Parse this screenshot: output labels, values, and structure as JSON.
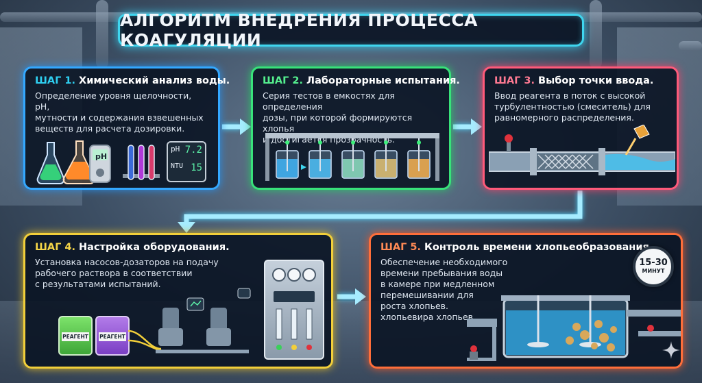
{
  "title": "АЛГОРИТМ ВНЕДРЕНИЯ ПРОЦЕССА КОАГУЛЯЦИИ",
  "steps": [
    {
      "step_label": "ШАГ 1.",
      "heading": "Химический анализ воды.",
      "description": "Определение уровня щелочности, pH,\nмутности и содержания взвешенных\nвеществ для расчета дозировки."
    },
    {
      "step_label": "ШАГ 2.",
      "heading": "Лабораторные испытания.",
      "description": "Серия тестов в емкостях для определения\nдозы, при которой формируются хлопья\nи достигается прозрачность."
    },
    {
      "step_label": "ШАГ 3.",
      "heading": "Выбор точки ввода.",
      "description": "Ввод реагента в поток с высокой\nтурбулентностью (смеситель) для\nравномерного распределения."
    },
    {
      "step_label": "ШАГ 4.",
      "heading": "Настройка оборудования.",
      "description": "Установка насосов-дозаторов на подачу\nрабочего раствора в соответствии\nс результатами испытаний."
    },
    {
      "step_label": "ШАГ 5.",
      "heading": "Контроль времени хлопьеобразования.",
      "description": "Обеспечение необходимого\nвремени пребывания воды\nв камере при медленном\nперемешивании для\nроста хлопьев.\nхлопьевира хлопьев."
    }
  ],
  "meters": {
    "ph_meter_label": "pH",
    "display_ph_label": "pH",
    "display_ph_value": "7.2",
    "display_ntu_label": "NTU",
    "display_ntu_value": "15"
  },
  "canisters": [
    "РЕАГЕНТ",
    "РЕАГЕНТ"
  ],
  "timer": {
    "value": "15-30",
    "unit": "МИНУТ"
  },
  "colors": {
    "title_border": "#3fd6ef",
    "step1": "#34a8ff",
    "step2": "#38e27a",
    "step3": "#ff5a7a",
    "step4": "#f2cf3a",
    "step5": "#ff6e3a",
    "arrow": "#a6ecff"
  },
  "icons": [
    "lab-flask-icon",
    "ph-meter-icon",
    "test-tubes-icon",
    "jar-test-icon",
    "static-mixer-icon",
    "dosing-pump-icon",
    "control-panel-icon",
    "flocculation-tank-icon",
    "timer-icon",
    "sparkle-icon"
  ]
}
